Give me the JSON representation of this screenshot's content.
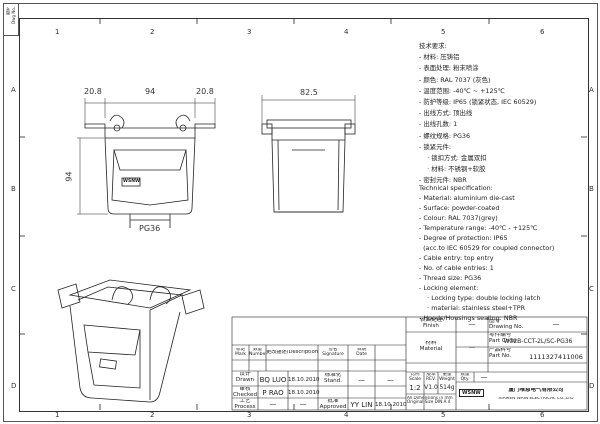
{
  "sidebar_strip": {
    "line1": "图号",
    "line2": "Dwg No."
  },
  "zones": {
    "top": [
      "1",
      "2",
      "3",
      "4",
      "5",
      "6"
    ],
    "bottom": [
      "1",
      "2",
      "3",
      "4",
      "5",
      "6"
    ],
    "left": [
      "A",
      "B",
      "C",
      "D"
    ],
    "right": [
      "A",
      "B",
      "C",
      "D"
    ]
  },
  "dimensions": {
    "front_left": "20.8",
    "front_width": "94",
    "front_right": "20.8",
    "front_height": "94",
    "side_width": "82.5",
    "thread_label": "PG36",
    "logo_text": "WSNW"
  },
  "spec_cn": {
    "heading": "技术要求:",
    "lines": [
      "- 材料: 压铸铝",
      "- 表面处理: 粉末喷涂",
      "- 颜色: RAL 7037 (灰色)",
      "- 温度范围: -40℃ ~ +125℃",
      "- 防护等级: IP65 (锁紧状态, IEC 60529)",
      "- 出线方式: 顶出线",
      "- 出线孔数: 1",
      "- 螺纹规格: PG36",
      "- 锁紧元件:",
      "    · 锁扣方式: 金属双扣",
      "    · 材料: 不锈钢+软胶",
      "- 密封元件: NBR"
    ]
  },
  "spec_en": {
    "heading": "Technical specification:",
    "lines": [
      "- Material: aluminium die-cast",
      "- Surface: powder-coated",
      "- Colour: RAL 7037(grey)",
      "- Temperature range: -40℃ - +125℃",
      "- Degree of protection: IP65",
      "  (acc.to IEC 60529 for coupled connector)",
      "- Cable entry: top entry",
      "- No. of cable entries: 1",
      "- Thread size: PG36",
      "- Locking element:",
      "    · Locking type: double locking latch",
      "    · material: stainless steel+TPR",
      "- Hoods/Housings sealing: NBR"
    ]
  },
  "title_block": {
    "finish_label": "表面处理\nFinish",
    "finish_value": "—",
    "material_label": "材料\nMaterial",
    "material_value": "—",
    "drawing_no_label": "图号\nDrawing No.",
    "drawing_no_value": "—",
    "part_code_label": "零件编号\nPart Code",
    "part_code_value": "W32B-CCT-2L/SC-PG36",
    "part_no_label": "产品料号\nPart No.",
    "part_no_value": "1111327411006",
    "scale_label": "比例\nScale",
    "scale_value": "1:2",
    "rev_label": "版本\nREV.",
    "rev_value": "V1.0",
    "weight_label": "重量\nWeight",
    "weight_value": "514g",
    "qty_label": "数量\nQty.",
    "qty_value": "—",
    "dims_note": "All Dimensions in mm\nOriginal Size DIN A 4",
    "company_logo": "WSNW",
    "company_cn": "厦门唯恩电气有限公司",
    "company_en": "XIAMEN WAIN ELECTRICAL CO.,LTD",
    "headers": {
      "mark": "标记\nMark",
      "number": "数量\nNumber",
      "description": "更改描述/Description",
      "signature": "签名\nSignature",
      "date": "日期\nDate"
    },
    "rows": [
      {
        "label": "设计\nDrawn",
        "name": "BQ LUO",
        "date": "18.10.2010",
        "col2": "标准化\nStand.",
        "col2_name": "—",
        "col2_date": "—"
      },
      {
        "label": "审核\nChecked",
        "name": "P RAO",
        "date": "18.10.2010",
        "col2": "",
        "col2_name": "",
        "col2_date": ""
      },
      {
        "label": "工艺\nProcess",
        "name": "—",
        "date": "—",
        "col2": "批准\nApproved",
        "col2_name": "YY LIN",
        "col2_date": "18.10.2010"
      }
    ]
  }
}
